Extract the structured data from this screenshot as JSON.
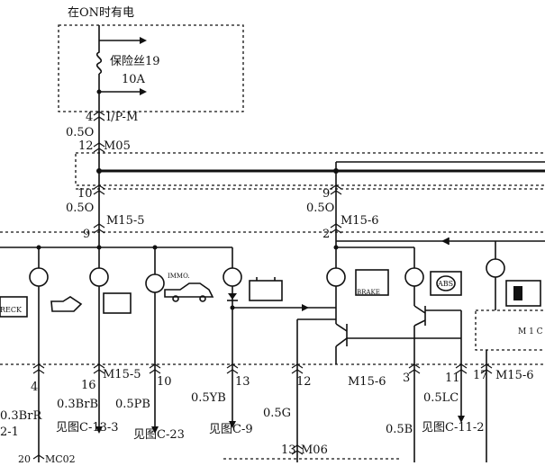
{
  "power": {
    "condition": "在ON时有电",
    "fuse_name": "保险丝19",
    "fuse_rating": "10A"
  },
  "connectors": {
    "ipm_pin": "4",
    "ipm_name": "I/P-M",
    "m05_pin": "12",
    "m05_name": "M05",
    "m155_pin_top": "10",
    "m155_name_top": "M15-5",
    "m155_pin_split": "9",
    "m156_pin_top": "9",
    "m156_name_top": "M15-6",
    "m156_pin_split": "2",
    "m06_pin": "13",
    "m06_name": "M06",
    "mc02_pin": "20",
    "mc02_name": "MC02",
    "m155_pin_bottom_name": "M15-5",
    "m156_pin_bottom_name": "M15-6",
    "m156_pin_bottom_right_name": "M15-6"
  },
  "wires": {
    "w_05o_a": "0.5O",
    "w_05o_b": "0.5O",
    "w_05o_c": "0.5O",
    "w_03brr": "0.3BrR",
    "w_03brb": "0.3BrB",
    "w_05pb": "0.5PB",
    "w_05yb": "0.5YB",
    "w_05g": "0.5G",
    "w_05lc": "0.5LC",
    "w_05b": "0.5B"
  },
  "bottom_pins": {
    "p4": "4",
    "p16": "16",
    "p10": "10",
    "p13": "13",
    "p12": "12",
    "p3": "3",
    "p11": "11",
    "p17": "17"
  },
  "refs": {
    "ref_c1333": "见图C-13-3",
    "ref_c23": "见图C-23",
    "ref_c9": "见图C-9",
    "ref_c112": "见图C-11-2",
    "ref_left": "2-1"
  },
  "lamp_labels": {
    "check": "RECK",
    "immo": "IMMO.",
    "brake": "BRAKE",
    "abs": "ABS",
    "module": "M 1 C"
  },
  "colors": {
    "line": "#111111",
    "background": "#ffffff"
  }
}
